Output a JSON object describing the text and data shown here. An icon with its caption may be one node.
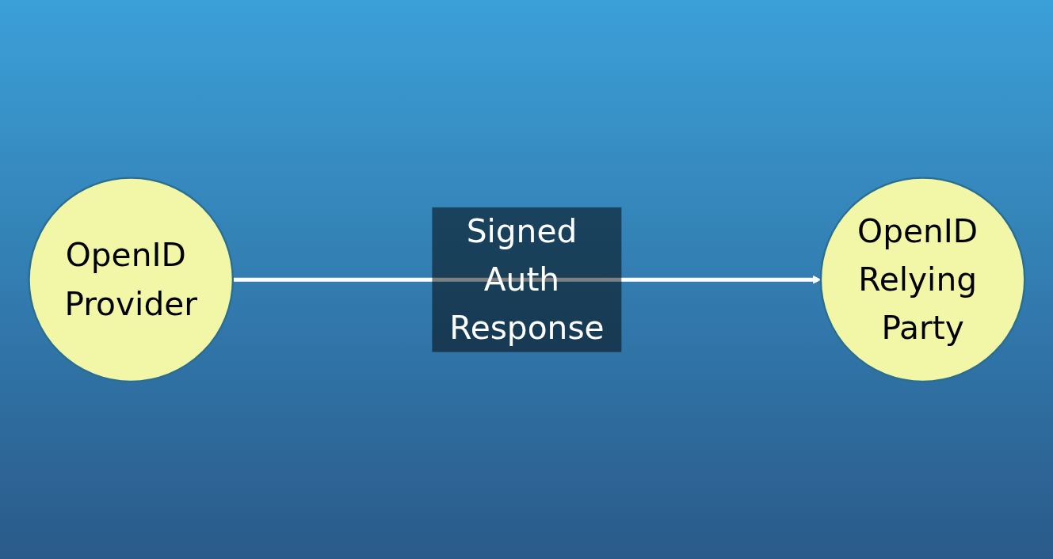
{
  "diagram": {
    "nodes": [
      {
        "text": [
          "OpenID Provider"
        ]
      },
      {
        "text": [
          "OpenID Relying Party"
        ]
      }
    ],
    "edges": [
      {
        "from": 0,
        "to": 1,
        "label": "Signed Auth Response",
        "arrow": "to"
      }
    ]
  }
}
